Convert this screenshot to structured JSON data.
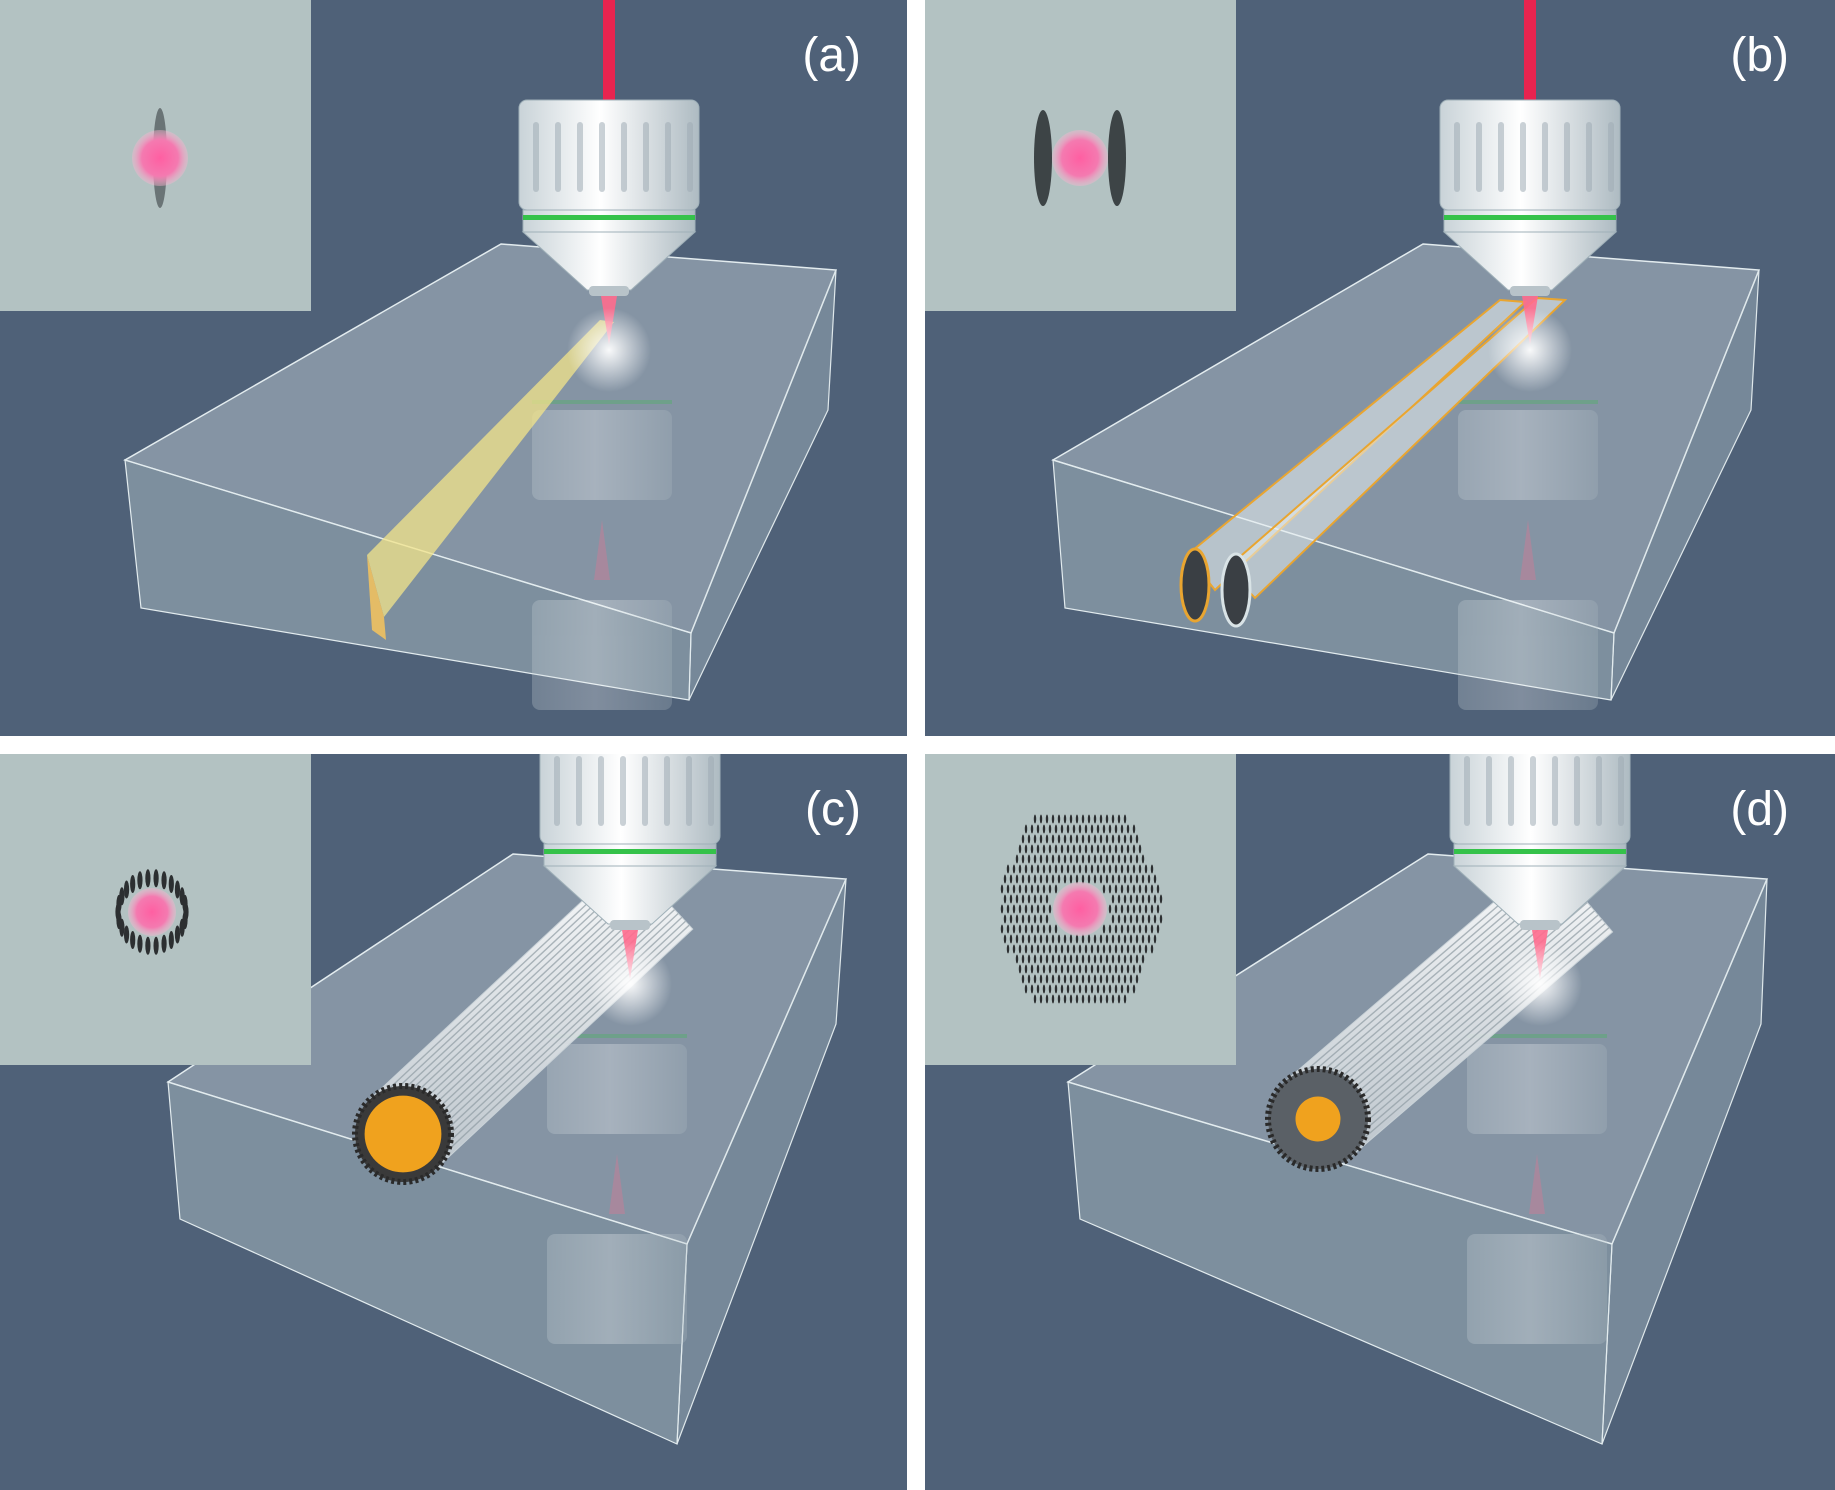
{
  "panels": [
    {
      "label": "(a)",
      "structure": "single-track"
    },
    {
      "label": "(b)",
      "structure": "double-track"
    },
    {
      "label": "(c)",
      "structure": "ring-cladding"
    },
    {
      "label": "(d)",
      "structure": "hexagonal-cladding"
    }
  ],
  "colors": {
    "background": "#4f6178",
    "inset": "#b3c2c2",
    "laser": "#e8244f",
    "objective_ring": "#35c24a",
    "core_glow": "#f47ab0",
    "track_a": "#f3e48a",
    "track_b": "#e9a530",
    "core_cd": "#f0a21e"
  }
}
